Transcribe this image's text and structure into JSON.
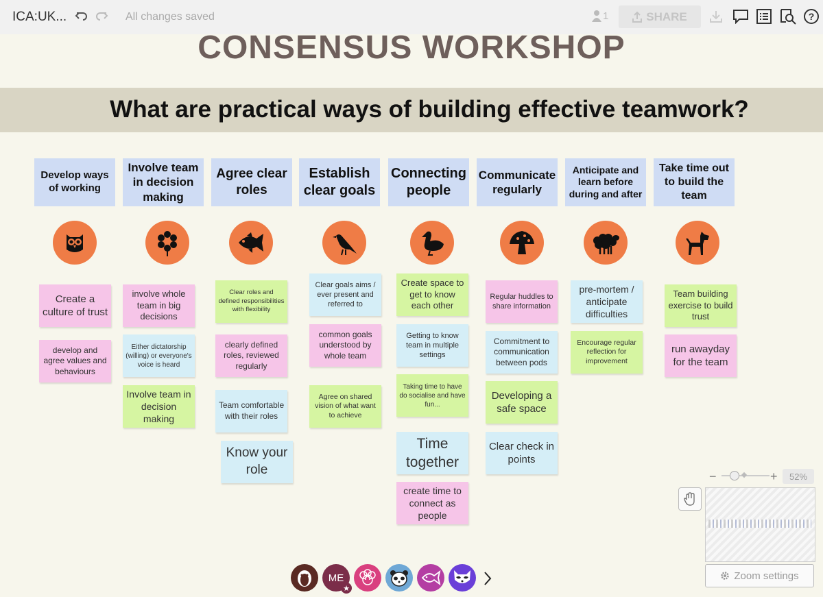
{
  "toolbar": {
    "board_name": "ICA:UK...",
    "status": "All changes saved",
    "user_count": "1",
    "share_label": "SHARE",
    "icons": [
      "undo-icon",
      "redo-icon",
      "user-icon",
      "upload-icon",
      "download-icon",
      "comment-icon",
      "outline-icon",
      "search-icon",
      "help-icon"
    ]
  },
  "board": {
    "title": "CONSENSUS WORKSHOP",
    "question": "What are practical ways of building effective teamwork?",
    "accent": "#ef7c46",
    "columns": [
      {
        "header": "Develop ways of working",
        "icon": "owl-icon",
        "notes": [
          {
            "text": "Create a culture of trust",
            "color": "pink"
          },
          {
            "text": "develop and agree values and behaviours",
            "color": "pink"
          }
        ]
      },
      {
        "header": "Involve team in decision making",
        "icon": "flower-icon",
        "notes": [
          {
            "text": "involve whole team in big decisions",
            "color": "pink"
          },
          {
            "text": "Either dictatorship (willing) or everyone's voice is heard",
            "color": "blue"
          },
          {
            "text": "Involve team in decision making",
            "color": "green"
          }
        ]
      },
      {
        "header": "Agree clear roles",
        "icon": "fish-icon",
        "notes": [
          {
            "text": "Clear roles and defined responsibilities with flexibility",
            "color": "green"
          },
          {
            "text": "clearly defined roles, reviewed regularly",
            "color": "pink"
          },
          {
            "text": "Team comfortable with their roles",
            "color": "blue"
          },
          {
            "text": "Know your role",
            "color": "blue"
          }
        ]
      },
      {
        "header": "Establish clear goals",
        "icon": "bird-icon",
        "notes": [
          {
            "text": "Clear goals aims / ever present and referred to",
            "color": "blue"
          },
          {
            "text": "common goals understood by whole team",
            "color": "pink"
          },
          {
            "text": "Agree on shared vision of what want to achieve",
            "color": "green"
          }
        ]
      },
      {
        "header": "Connecting people",
        "icon": "duck-icon",
        "notes": [
          {
            "text": "Create space to get to know each other",
            "color": "green"
          },
          {
            "text": "Getting to know team in multiple settings",
            "color": "blue"
          },
          {
            "text": "Taking time to have do socialise and have fun...",
            "color": "green"
          },
          {
            "text": "Time together",
            "color": "blue"
          },
          {
            "text": "create time to connect as people",
            "color": "pink"
          }
        ]
      },
      {
        "header": "Communicate regularly",
        "icon": "mushroom-icon",
        "notes": [
          {
            "text": "Regular huddles to share information",
            "color": "pink"
          },
          {
            "text": "Commitment to communication between pods",
            "color": "blue"
          },
          {
            "text": "Developing a safe space",
            "color": "green"
          },
          {
            "text": "Clear check in points",
            "color": "blue"
          }
        ]
      },
      {
        "header": "Anticipate and learn before during and after",
        "icon": "sheep-icon",
        "notes": [
          {
            "text": "pre-mortem / anticipate difficulties",
            "color": "blue"
          },
          {
            "text": "Encourage regular reflection for improvement",
            "color": "green"
          }
        ]
      },
      {
        "header": "Take time out to build the team",
        "icon": "dog-icon",
        "notes": [
          {
            "text": "Team building exercise to build trust",
            "color": "green"
          },
          {
            "text": "run awayday for the team",
            "color": "pink"
          }
        ]
      }
    ]
  },
  "collaborators": {
    "avatars": [
      {
        "icon": "penguin-avatar-icon",
        "color": "#5a2a23"
      },
      {
        "initials": "ME",
        "icon": "star-badge-icon",
        "color": "#7b2d49"
      },
      {
        "icon": "sheep-avatar-icon",
        "color": "#d9407f"
      },
      {
        "icon": "panda-avatar-icon",
        "color": "#6fa8d6"
      },
      {
        "icon": "fish-avatar-icon",
        "color": "#b43ea3"
      },
      {
        "icon": "raccoon-avatar-icon",
        "color": "#6a3fd8"
      }
    ],
    "more_icon": "chevron-right-icon"
  },
  "zoom": {
    "minus": "−",
    "plus": "+",
    "level": "52%",
    "level_value": 0.52,
    "settings_label": "Zoom settings"
  }
}
